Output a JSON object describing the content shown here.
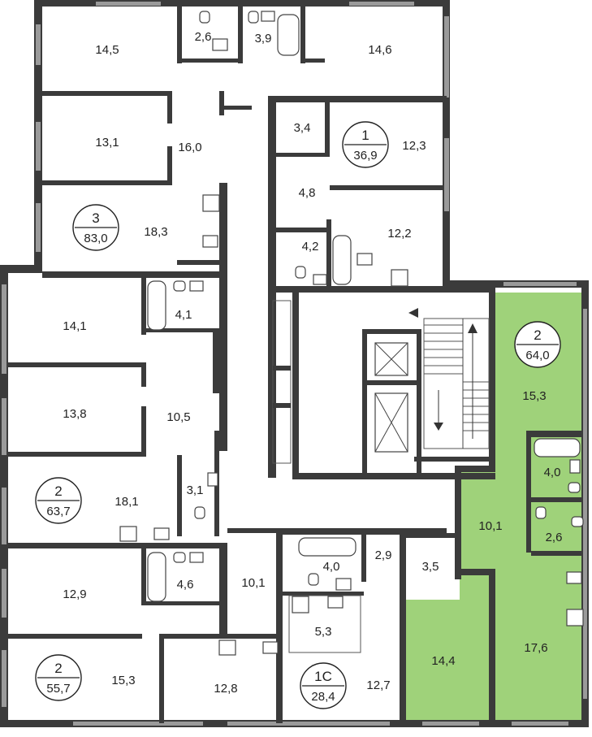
{
  "colors": {
    "highlight": "#9fd27a",
    "wall": "#3b3b3b",
    "window": "#9a9a9a"
  },
  "units": [
    {
      "name": "3",
      "total": "83,0"
    },
    {
      "name": "1",
      "total": "36,9"
    },
    {
      "name": "2",
      "total": "64,0"
    },
    {
      "name": "2",
      "total": "63,7"
    },
    {
      "name": "2",
      "total": "55,7"
    },
    {
      "name": "1С",
      "total": "28,4"
    }
  ],
  "rooms": {
    "r01": "14,5",
    "r02": "2,6",
    "r03": "3,9",
    "r04": "14,6",
    "r05": "13,1",
    "r06": "16,0",
    "r07": "3,4",
    "r08": "12,3",
    "r09": "18,3",
    "r10": "4,8",
    "r11": "4,2",
    "r12": "12,2",
    "r13": "14,1",
    "r14": "4,1",
    "r15": "15,3",
    "r16": "13,8",
    "r17": "10,5",
    "r18": "4,0",
    "r19": "3,1",
    "r20": "18,1",
    "r21": "10,1",
    "r22": "2,6",
    "r23": "12,9",
    "r24": "4,6",
    "r25": "10,1",
    "r26": "4,0",
    "r27": "2,9",
    "r28": "3,5",
    "r29": "5,3",
    "r30": "14,4",
    "r31": "17,6",
    "r32": "15,3",
    "r33": "12,8",
    "r34": "12,7"
  }
}
